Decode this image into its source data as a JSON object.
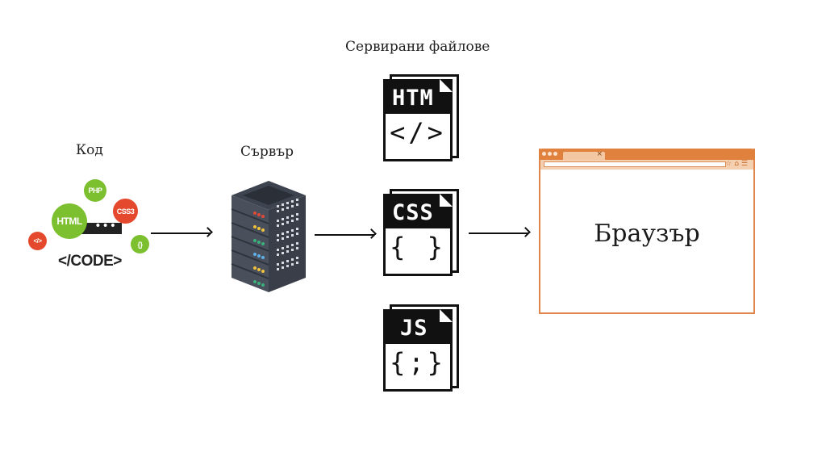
{
  "labels": {
    "code": "Код",
    "server": "Сървър",
    "served_files": "Сервирани файлове",
    "browser": "Браузър"
  },
  "code_icon": {
    "badges": [
      "PHP",
      "HTML",
      "CSS3",
      "</>",
      "{}"
    ],
    "caption": "</CODE>",
    "dots": "•••"
  },
  "files": [
    {
      "name": "HTM",
      "glyph": "</>"
    },
    {
      "name": "CSS",
      "glyph": "{ }"
    },
    {
      "name": "JS",
      "glyph": "{;}"
    }
  ],
  "browser_window": {
    "close_glyph": "×",
    "toolbar_icons": "☆⌂☰"
  },
  "colors": {
    "green": "#7cbf2f",
    "red": "#e4492d",
    "browser_accent": "#e0823e",
    "server_body": "#4a4f5c"
  }
}
